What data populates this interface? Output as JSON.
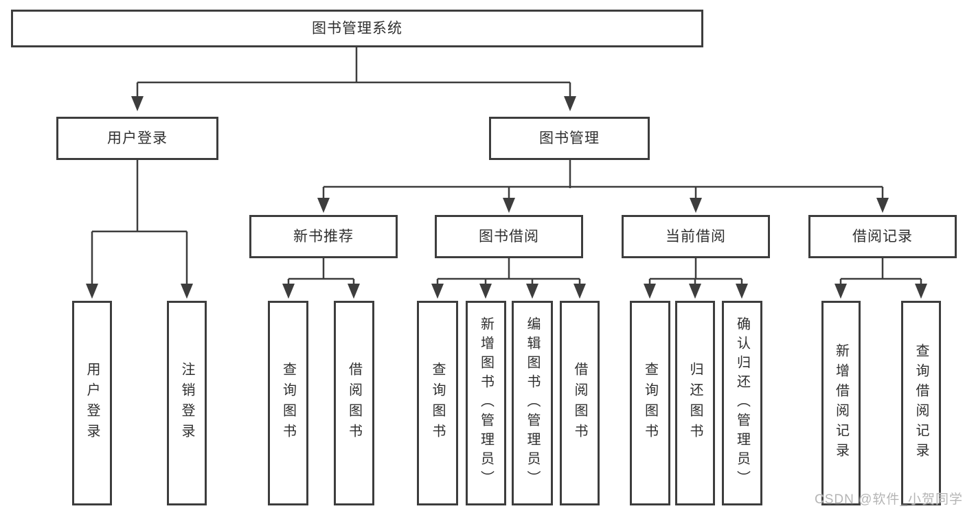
{
  "tree": {
    "label": "图书管理系统",
    "children": [
      {
        "label": "用户登录",
        "children": [
          {
            "label": "用户登录"
          },
          {
            "label": "注销登录"
          }
        ]
      },
      {
        "label": "图书管理",
        "children": [
          {
            "label": "新书推荐",
            "children": [
              {
                "label": "查询图书"
              },
              {
                "label": "借阅图书"
              }
            ]
          },
          {
            "label": "图书借阅",
            "children": [
              {
                "label": "查询图书"
              },
              {
                "label": "新增图书（管理员）"
              },
              {
                "label": "编辑图书（管理员）"
              },
              {
                "label": "借阅图书"
              }
            ]
          },
          {
            "label": "当前借阅",
            "children": [
              {
                "label": "查询图书"
              },
              {
                "label": "归还图书"
              },
              {
                "label": "确认归还（管理员）"
              }
            ]
          },
          {
            "label": "借阅记录",
            "children": [
              {
                "label": "新增借阅记录"
              },
              {
                "label": "查询借阅记录"
              }
            ]
          }
        ]
      }
    ]
  },
  "watermark": {
    "text": "CSDN @软件_小贺同学"
  },
  "colors": {
    "line": "#3d3d3d",
    "text": "#2f2f2f",
    "watermark": "#b5b5b5",
    "background": "#ffffff"
  }
}
